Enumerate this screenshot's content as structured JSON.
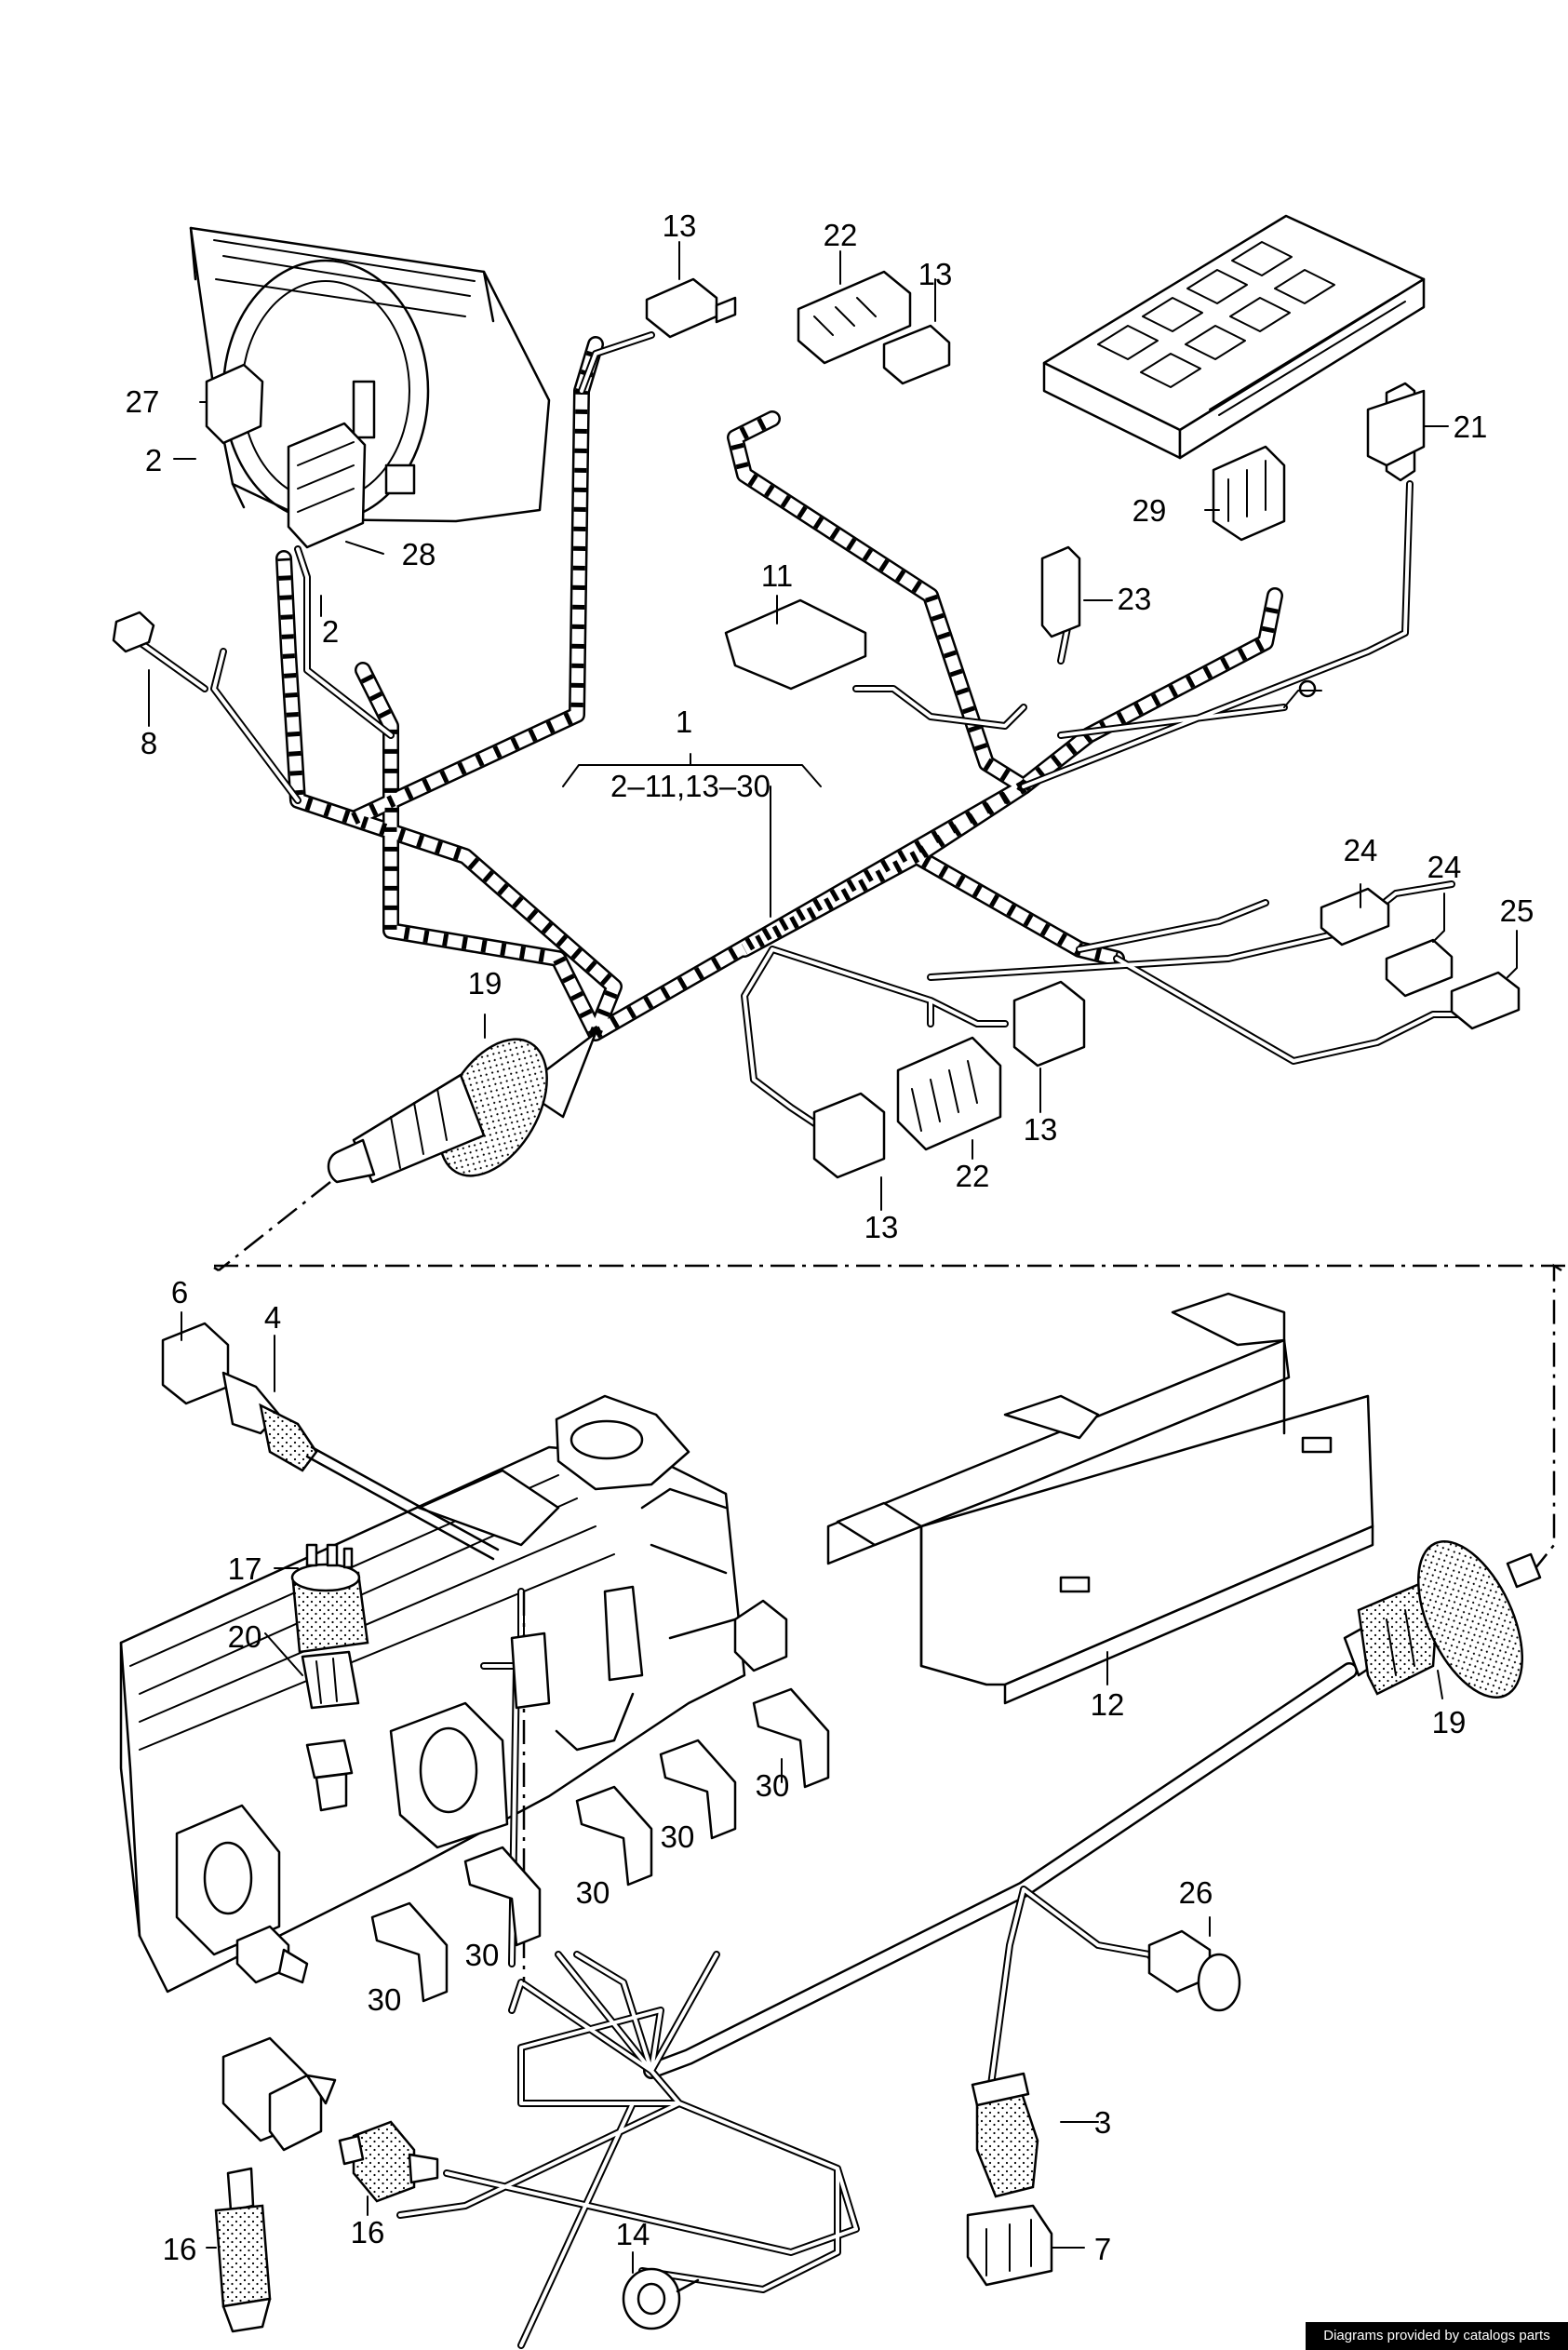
{
  "labels": {
    "l1": "1",
    "l1_range": "2–11,13–30",
    "l2a": "2",
    "l2b": "2",
    "l3": "3",
    "l4": "4",
    "l6": "6",
    "l7": "7",
    "l8": "8",
    "l11": "11",
    "l12": "12",
    "l13a": "13",
    "l13b": "13",
    "l13c": "13",
    "l13d": "13",
    "l14": "14",
    "l16a": "16",
    "l16b": "16",
    "l17": "17",
    "l19a": "19",
    "l19b": "19",
    "l20": "20",
    "l21": "21",
    "l22a": "22",
    "l22b": "22",
    "l23": "23",
    "l24a": "24",
    "l24b": "24",
    "l25": "25",
    "l26": "26",
    "l27": "27",
    "l28": "28",
    "l29": "29",
    "l30a": "30",
    "l30b": "30",
    "l30c": "30",
    "l30d": "30",
    "l30e": "30"
  },
  "footer": {
    "credit": "Diagrams provided by catalogs parts"
  }
}
